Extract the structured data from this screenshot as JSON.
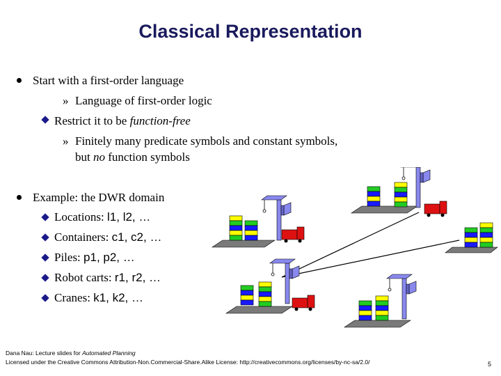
{
  "title": "Classical Representation",
  "bullets": {
    "b1": "Start with a first-order language",
    "b1_sub1": "Language of first-order logic",
    "b1_diamond": "Restrict it to be",
    "b1_diamond_em": "function-free",
    "b1_sub2_line1": "Finitely many predicate symbols and constant symbols,",
    "b1_sub2_line2_pre": "but",
    "b1_sub2_line2_em": "no",
    "b1_sub2_line2_post": "function symbols",
    "b2": "Example: the DWR domain",
    "locations_label": "Locations:",
    "locations_value": "l1, l2, …",
    "containers_label": "Containers:",
    "containers_value": "c1, c2, …",
    "piles_label": "Piles:",
    "piles_value": "p1, p2, …",
    "carts_label": "Robot carts:",
    "carts_value": "r1, r2, …",
    "cranes_label": "Cranes:",
    "cranes_value": "k1, k2, …"
  },
  "footer": {
    "line1_pre": "Dana Nau: Lecture slides for",
    "line1_em": "Automated Planning",
    "line2": "Licensed under the Creative Commons Attribution-Non.Commercial-Share.Alike License: http://creativecommons.org/licenses/by-nc-sa/2.0/"
  },
  "page_number": "5",
  "colors": {
    "title": "#1a1a5e",
    "diamond": "#1a1a8a",
    "container_green": "#22cc22",
    "container_blue": "#1a1aff",
    "container_yellow": "#ffff00",
    "cart_red": "#dd1111",
    "crane_blue": "#8888ee",
    "ground": "#7a7a7a"
  }
}
